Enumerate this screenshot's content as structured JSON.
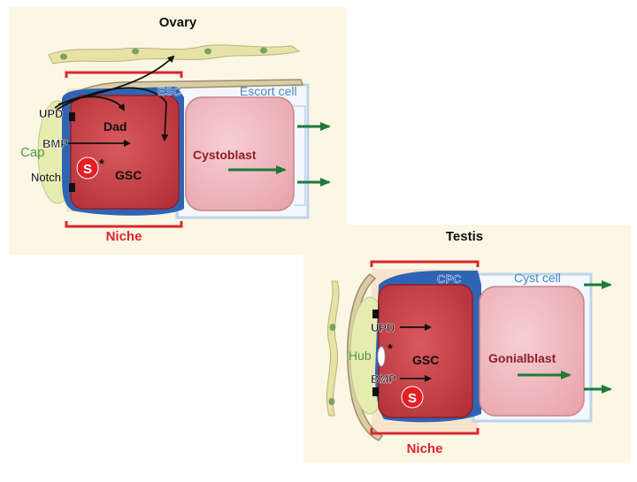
{
  "colors": {
    "panel_bg": "#fbf7e4",
    "niche_red": "#d8262e",
    "gsc_red": "#c8434a",
    "escort_blue": "#2f64b5",
    "escort_text": "#4a86c8",
    "cap_green": "#e6ebb0",
    "cap_text": "#4e9a3e",
    "arrow_green": "#1f7a3a",
    "cystoblast_pink": "#efb9bf",
    "s_red": "#e41f26"
  },
  "ovary": {
    "title": "Ovary",
    "esc_label": "ESC",
    "escort_cell_label": "Escort cell",
    "upd_label": "UPD",
    "dad_label": "Dad",
    "cap_label": "Cap",
    "bmp_label": "BMP",
    "s_label": "S",
    "asterisk": "*",
    "gsc_label": "GSC",
    "notch_label": "Notch",
    "cystoblast_label": "Cystoblast",
    "niche_label": "Niche"
  },
  "testis": {
    "title": "Testis",
    "cpc_label": "CPC",
    "cyst_cell_label": "Cyst cell",
    "upd_label": "UPD",
    "asterisk": "*",
    "hub_label": "Hub",
    "gsc_label": "GSC",
    "gonialblast_label": "Gonialblast",
    "bmp_label": "BMP",
    "s_label": "S",
    "niche_label": "Niche"
  }
}
